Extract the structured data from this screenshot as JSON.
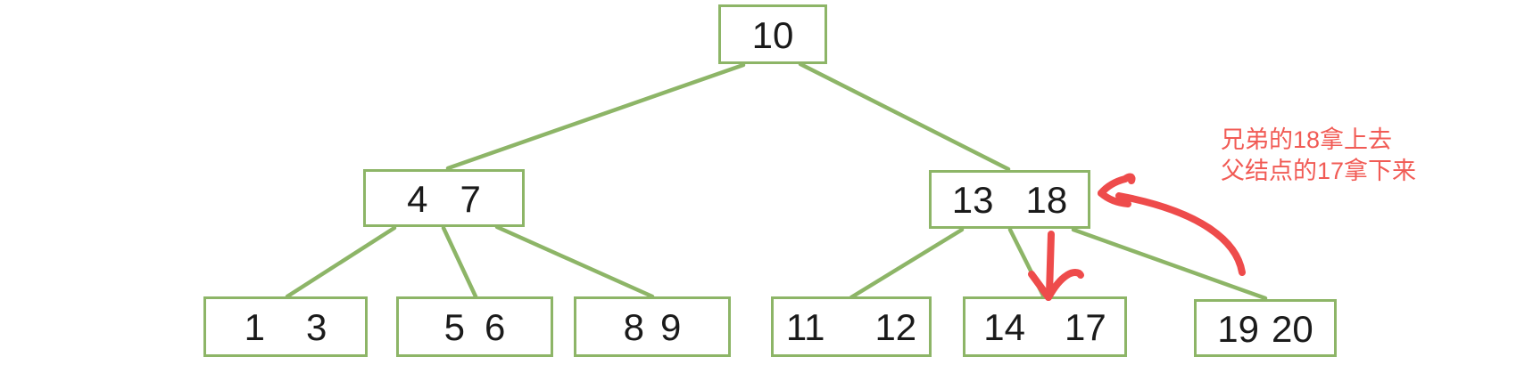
{
  "colors": {
    "node_border_green": "#8DB567",
    "edge_green": "#8DB567",
    "arrow_red": "#EE4B4B",
    "annotation_red": "#F15B55",
    "key_text": "#1a1a1a",
    "background": "#ffffff"
  },
  "tree": {
    "nodes": [
      {
        "name": "root",
        "keys": [
          "10"
        ]
      },
      {
        "name": "internal-left",
        "keys": [
          "4",
          "7"
        ]
      },
      {
        "name": "internal-right",
        "keys": [
          "13",
          "18"
        ]
      },
      {
        "name": "leaf-1-3",
        "keys": [
          "1",
          "3"
        ]
      },
      {
        "name": "leaf-5-6",
        "keys": [
          "5",
          "6"
        ]
      },
      {
        "name": "leaf-8-9",
        "keys": [
          "8",
          "9"
        ]
      },
      {
        "name": "leaf-11-12",
        "keys": [
          "11",
          "12"
        ]
      },
      {
        "name": "leaf-14-17",
        "keys": [
          "14",
          "17"
        ]
      },
      {
        "name": "leaf-19-20",
        "keys": [
          "19",
          "20"
        ]
      }
    ]
  },
  "annotation": {
    "lines": [
      "兄弟的18拿上去",
      "父结点的17拿下来"
    ]
  }
}
